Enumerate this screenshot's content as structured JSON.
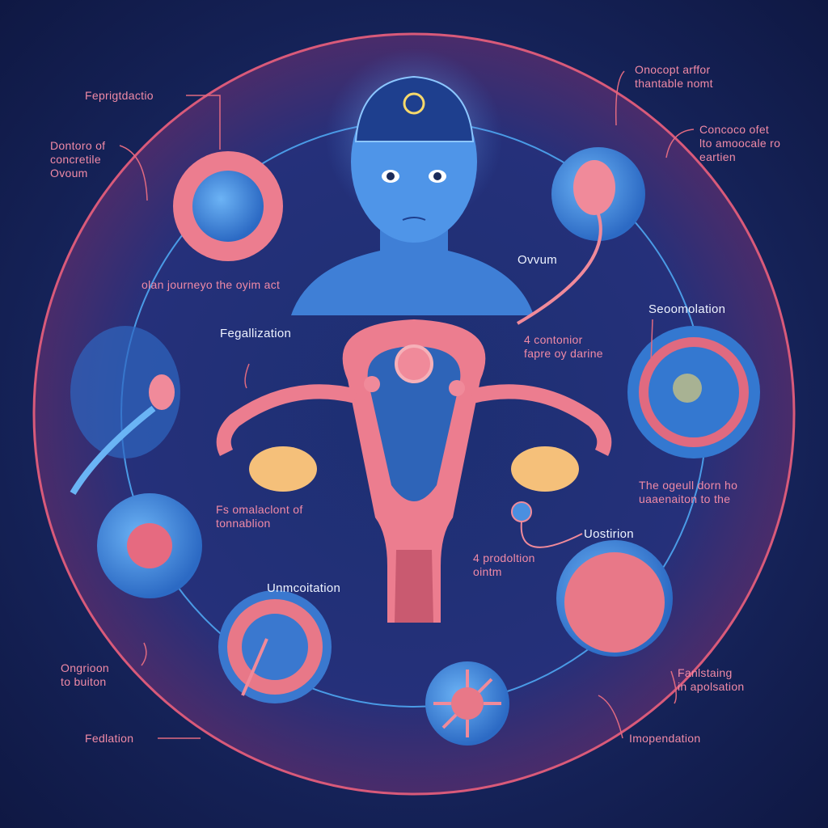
{
  "labels": {
    "feprigtdactio": "Feprigtdactio",
    "dontoro": [
      "Dontoro of",
      "concretile",
      "Ovoum"
    ],
    "onocopt": [
      "Onocopt arffor",
      "thantable nomt"
    ],
    "concoco": [
      "Concoco ofet",
      "lto amoocale ro",
      "eartien"
    ],
    "journey": "olan journeyo the oyim act",
    "ovum": "Ovvum",
    "fegallization": "Fegallization",
    "seoomolation": "Seoomolation",
    "contonior": [
      "4 contonior",
      "fapre oy darine"
    ],
    "ogeull": [
      "The ogeull dorn ho",
      "uaaenaiton to the"
    ],
    "omalaclont": [
      "Fs omalaclont of",
      "tonnablion"
    ],
    "uostirion": "Uostirion",
    "prodoltion": [
      "4 prodoltion",
      "ointm"
    ],
    "unmcoitation": "Unmcoitation",
    "ongrioon": [
      "Ongrioon",
      "to buiton"
    ],
    "fanlstaing": [
      "Fanlstaing",
      "in apolsation"
    ],
    "fedlation": "Fedlation",
    "imopendation": "Imopendation"
  },
  "colors": {
    "pink": "#f08aa6",
    "blue": "#4a8fe0",
    "ring": "#d95a7a",
    "ovary": "#f5c07a"
  }
}
